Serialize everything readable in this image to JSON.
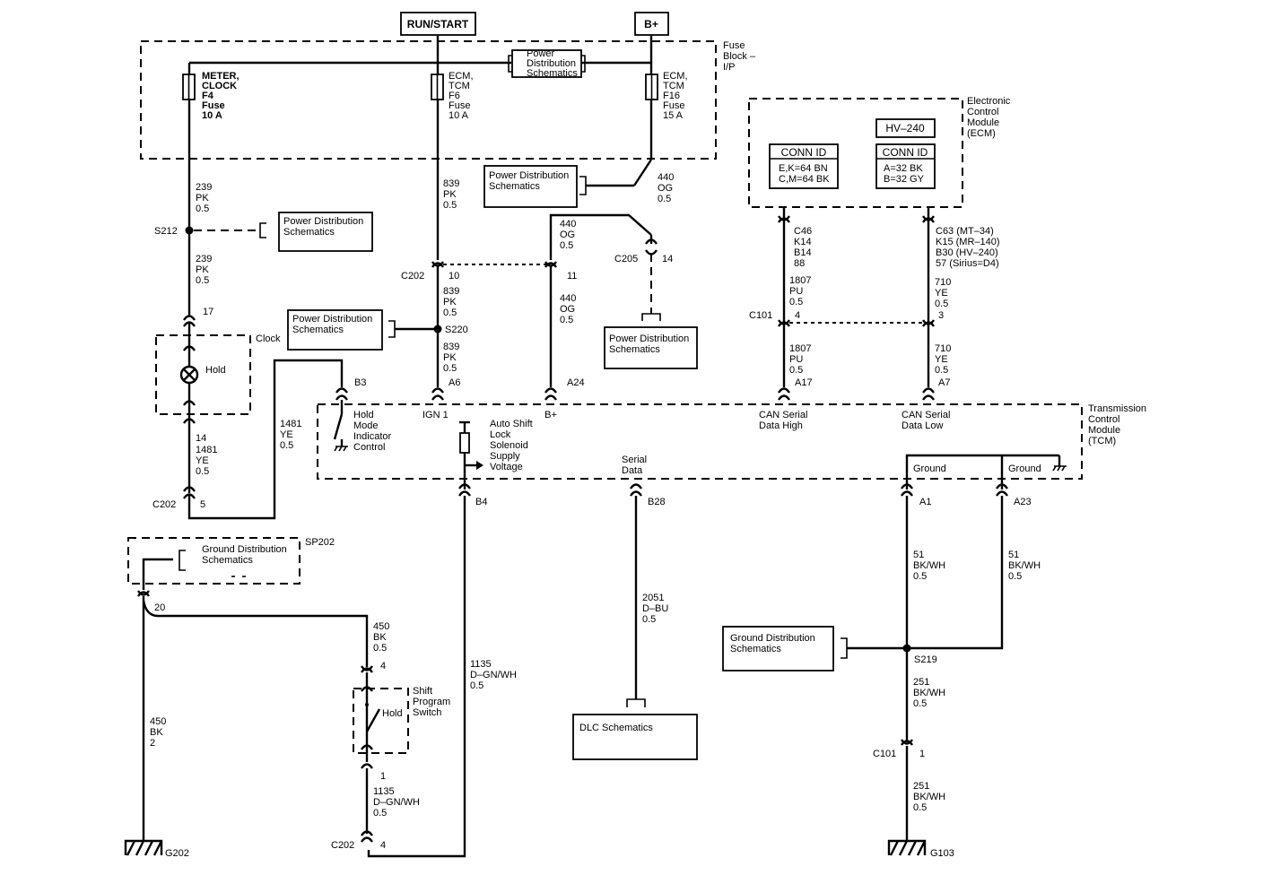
{
  "sources": {
    "run_start": "RUN/START",
    "bplus": "B+"
  },
  "fuse_block": {
    "title": "Fuse Block – I/P",
    "fuse_meter": [
      "METER,",
      "CLOCK",
      "F4",
      "Fuse",
      "10 A"
    ],
    "fuse_ecm_f6": [
      "ECM,",
      "TCM",
      "F6",
      "Fuse",
      "10 A"
    ],
    "fuse_ecm_f16": [
      "ECM,",
      "TCM",
      "F16",
      "Fuse",
      "15 A"
    ],
    "pd_ref": [
      "Power",
      "Distribution",
      "Schematics"
    ]
  },
  "ecm": {
    "title": [
      "Electronic",
      "Control",
      "Module",
      "(ECM)"
    ],
    "hv_label": "HV–240",
    "conn_header": "CONN ID",
    "conn_left": [
      "E,K=64 BN",
      "C,M=64 BK"
    ],
    "conn_right": [
      "A=32 BK",
      "B=32 GY"
    ],
    "c46_label": [
      "C46",
      "K14",
      "B14",
      "88"
    ],
    "c63_label": [
      "C63 (MT–34)",
      "K15 (MR–140)",
      "B30 (HV–240)",
      "57 (Sirius=D4)"
    ]
  },
  "refs": {
    "pd_two_line": [
      "Power Distribution",
      "Schematics"
    ],
    "gd_two_line": [
      "Ground Distribution",
      "Schematics"
    ],
    "dlc": "DLC Schematics"
  },
  "wires": {
    "w239a": [
      "239",
      "PK",
      "0.5"
    ],
    "w239b": [
      "239",
      "PK",
      "0.5"
    ],
    "w839a": [
      "839",
      "PK",
      "0.5"
    ],
    "w839b": [
      "839",
      "PK",
      "0.5"
    ],
    "w839c": [
      "839",
      "PK",
      "0.5"
    ],
    "w440a": [
      "440",
      "OG",
      "0.5"
    ],
    "w440b": [
      "440",
      "OG",
      "0.5"
    ],
    "w440c": [
      "440",
      "OG",
      "0.5"
    ],
    "w1807a": [
      "1807",
      "PU",
      "0.5"
    ],
    "w1807b": [
      "1807",
      "PU",
      "0.5"
    ],
    "w710a": [
      "710",
      "YE",
      "0.5"
    ],
    "w710b": [
      "710",
      "YE",
      "0.5"
    ],
    "w1481a": [
      "1481",
      "YE",
      "0.5"
    ],
    "w1481b": [
      "1481",
      "YE",
      "0.5"
    ],
    "w14": "14",
    "w450a": [
      "450",
      "BK",
      "0.5"
    ],
    "w450b": [
      "450",
      "BK",
      "2"
    ],
    "w1135a": [
      "1135",
      "D–GN/WH",
      "0.5"
    ],
    "w1135b": [
      "1135",
      "D–GN/WH",
      "0.5"
    ],
    "w2051": [
      "2051",
      "D–BU",
      "0.5"
    ],
    "w51a": [
      "51",
      "BK/WH",
      "0.5"
    ],
    "w51b": [
      "51",
      "BK/WH",
      "0.5"
    ],
    "w251a": [
      "251",
      "BK/WH",
      "0.5"
    ],
    "w251b": [
      "251",
      "BK/WH",
      "0.5"
    ]
  },
  "connectors": {
    "s212": "S212",
    "s220": "S220",
    "s219": "S219",
    "sp202": "SP202",
    "c202": "C202",
    "c205": "C205",
    "c101": "C101",
    "p10": "10",
    "p11": "11",
    "p14": "14",
    "p17": "17",
    "p5": "5",
    "p4": "4",
    "p3": "3",
    "p20": "20",
    "p1": "1",
    "p4b": "4",
    "p1b": "1",
    "p4c": "4",
    "a6": "A6",
    "a24": "A24",
    "a17": "A17",
    "a7": "A7",
    "b3": "B3",
    "b4": "B4",
    "b28": "B28",
    "a1": "A1",
    "a23": "A23",
    "g202": "G202",
    "g103": "G103"
  },
  "tcm": {
    "title": [
      "Transmission",
      "Control",
      "Module",
      "(TCM)"
    ],
    "hold_mode": [
      "Hold",
      "Mode",
      "Indicator",
      "Control"
    ],
    "ign1": "IGN 1",
    "bplus": "B+",
    "auto_shift": [
      "Auto Shift",
      "Lock",
      "Solenoid",
      "Supply",
      "Voltage"
    ],
    "serial_data": [
      "Serial",
      "Data"
    ],
    "can_high": [
      "CAN Serial",
      "Data High"
    ],
    "can_low": [
      "CAN Serial",
      "Data Low"
    ],
    "ground1": "Ground",
    "ground2": "Ground"
  },
  "clock": {
    "title": "Clock",
    "lamp": "Hold"
  },
  "shift_switch": {
    "title": [
      "Shift",
      "Program",
      "Switch"
    ],
    "contact": "Hold"
  }
}
